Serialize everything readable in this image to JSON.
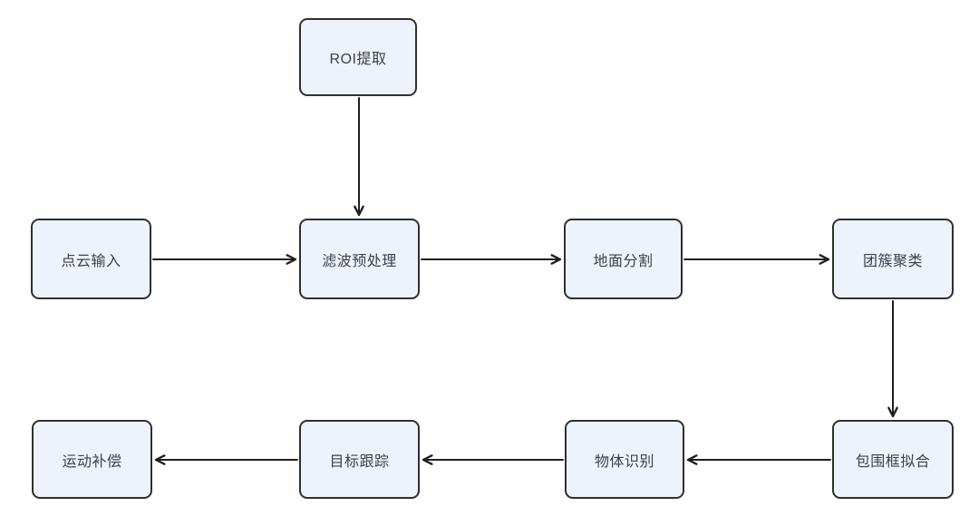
{
  "diagram": {
    "type": "flowchart",
    "nodes": [
      {
        "id": "roi-extraction",
        "label": "ROI提取"
      },
      {
        "id": "point-cloud-input",
        "label": "点云输入"
      },
      {
        "id": "filter-preprocessing",
        "label": "滤波预处理"
      },
      {
        "id": "ground-segmentation",
        "label": "地面分割"
      },
      {
        "id": "cluster-clustering",
        "label": "团簇聚类"
      },
      {
        "id": "bounding-box-fitting",
        "label": "包围框拟合"
      },
      {
        "id": "object-recognition",
        "label": "物体识别"
      },
      {
        "id": "target-tracking",
        "label": "目标跟踪"
      },
      {
        "id": "motion-compensation",
        "label": "运动补偿"
      }
    ],
    "edges": [
      {
        "from": "roi-extraction",
        "to": "filter-preprocessing",
        "direction": "down"
      },
      {
        "from": "point-cloud-input",
        "to": "filter-preprocessing",
        "direction": "right"
      },
      {
        "from": "filter-preprocessing",
        "to": "ground-segmentation",
        "direction": "right"
      },
      {
        "from": "ground-segmentation",
        "to": "cluster-clustering",
        "direction": "right"
      },
      {
        "from": "cluster-clustering",
        "to": "bounding-box-fitting",
        "direction": "down"
      },
      {
        "from": "bounding-box-fitting",
        "to": "object-recognition",
        "direction": "left"
      },
      {
        "from": "object-recognition",
        "to": "target-tracking",
        "direction": "left"
      },
      {
        "from": "target-tracking",
        "to": "motion-compensation",
        "direction": "left"
      }
    ],
    "colors": {
      "node_fill": "#eef2fa",
      "node_border": "#2f2f2f",
      "node_text": "#3c414b",
      "arrow": "#1f1f1f",
      "background": "#ffffff"
    }
  }
}
